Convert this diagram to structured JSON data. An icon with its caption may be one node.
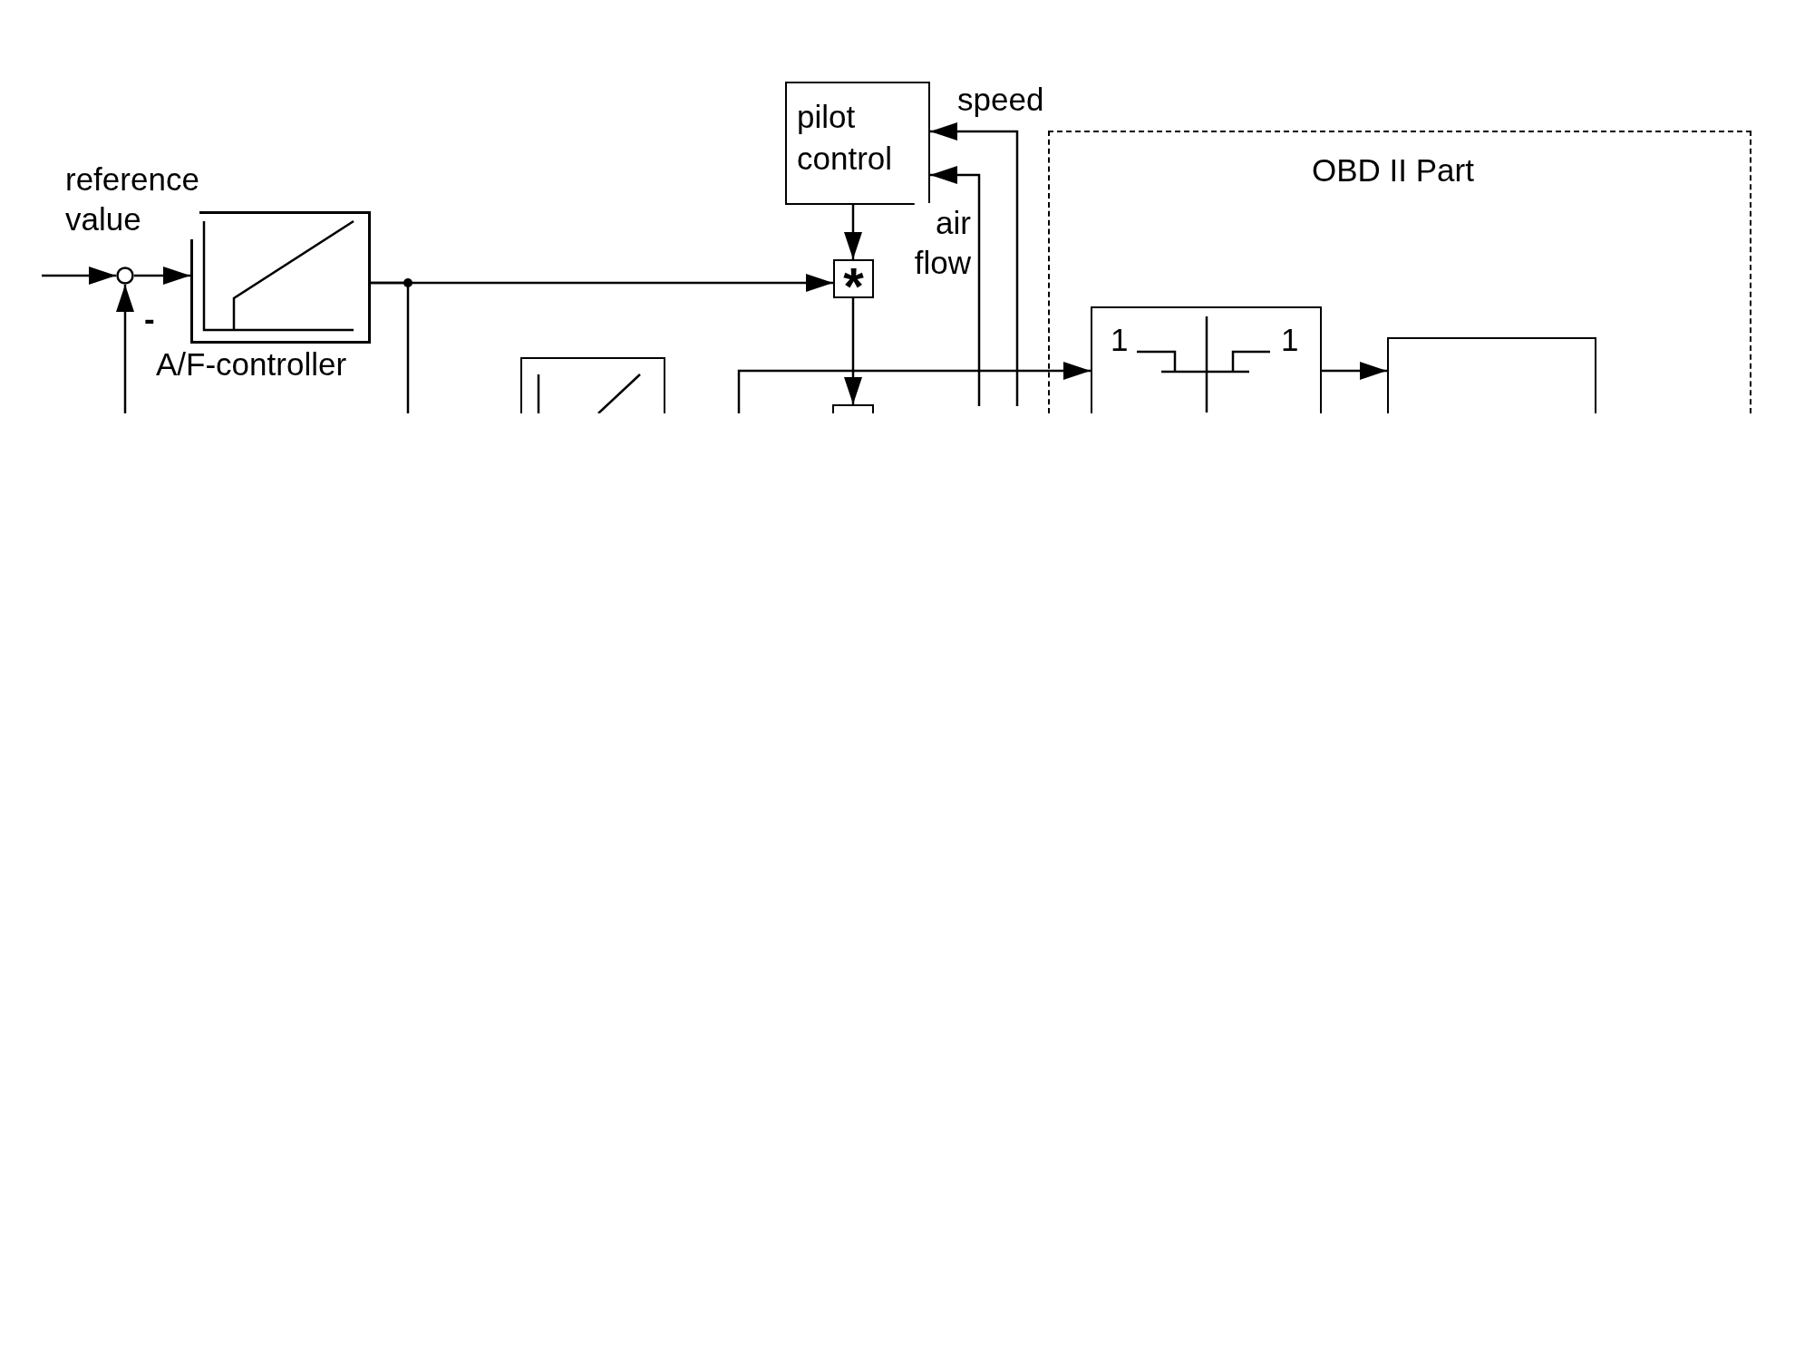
{
  "diagram": {
    "nodes": [
      {
        "text": [],
        "shape": "circle"
      },
      {
        "text": [],
        "shape": "box",
        "beside": [
          "A/F-controller"
        ]
      },
      {
        "text": [
          "pilot control"
        ]
      },
      {
        "text": [
          "*"
        ]
      },
      {
        "text": [],
        "shape": "box"
      },
      {
        "text": [],
        "shape": "box"
      },
      {
        "text": [
          "OBD II Part"
        ]
      },
      {
        "text": [
          "1",
          "1"
        ],
        "in": 6
      },
      {
        "text": [],
        "shape": "box",
        "in": 6
      }
    ],
    "edges": [
      {
        "from": null,
        "to": 0,
        "arrow": "to",
        "label": "reference value"
      },
      {
        "from": 0,
        "to": 1,
        "arrow": "to"
      },
      {
        "from": null,
        "to": 0,
        "arrow": "to",
        "label": "-"
      },
      {
        "from": 1,
        "to": 3,
        "arrow": "to"
      },
      {
        "from": 1,
        "to": null,
        "arrow": "none"
      },
      {
        "from": 2,
        "to": 3,
        "arrow": "to"
      },
      {
        "from": null,
        "to": 2,
        "arrow": "to",
        "label": "speed"
      },
      {
        "from": null,
        "to": 2,
        "arrow": "to",
        "label": "air flow"
      },
      {
        "from": 3,
        "to": 5,
        "arrow": "to"
      },
      {
        "from": null,
        "to": 7,
        "arrow": "to"
      },
      {
        "from": 7,
        "to": 8,
        "arrow": "to"
      }
    ]
  }
}
